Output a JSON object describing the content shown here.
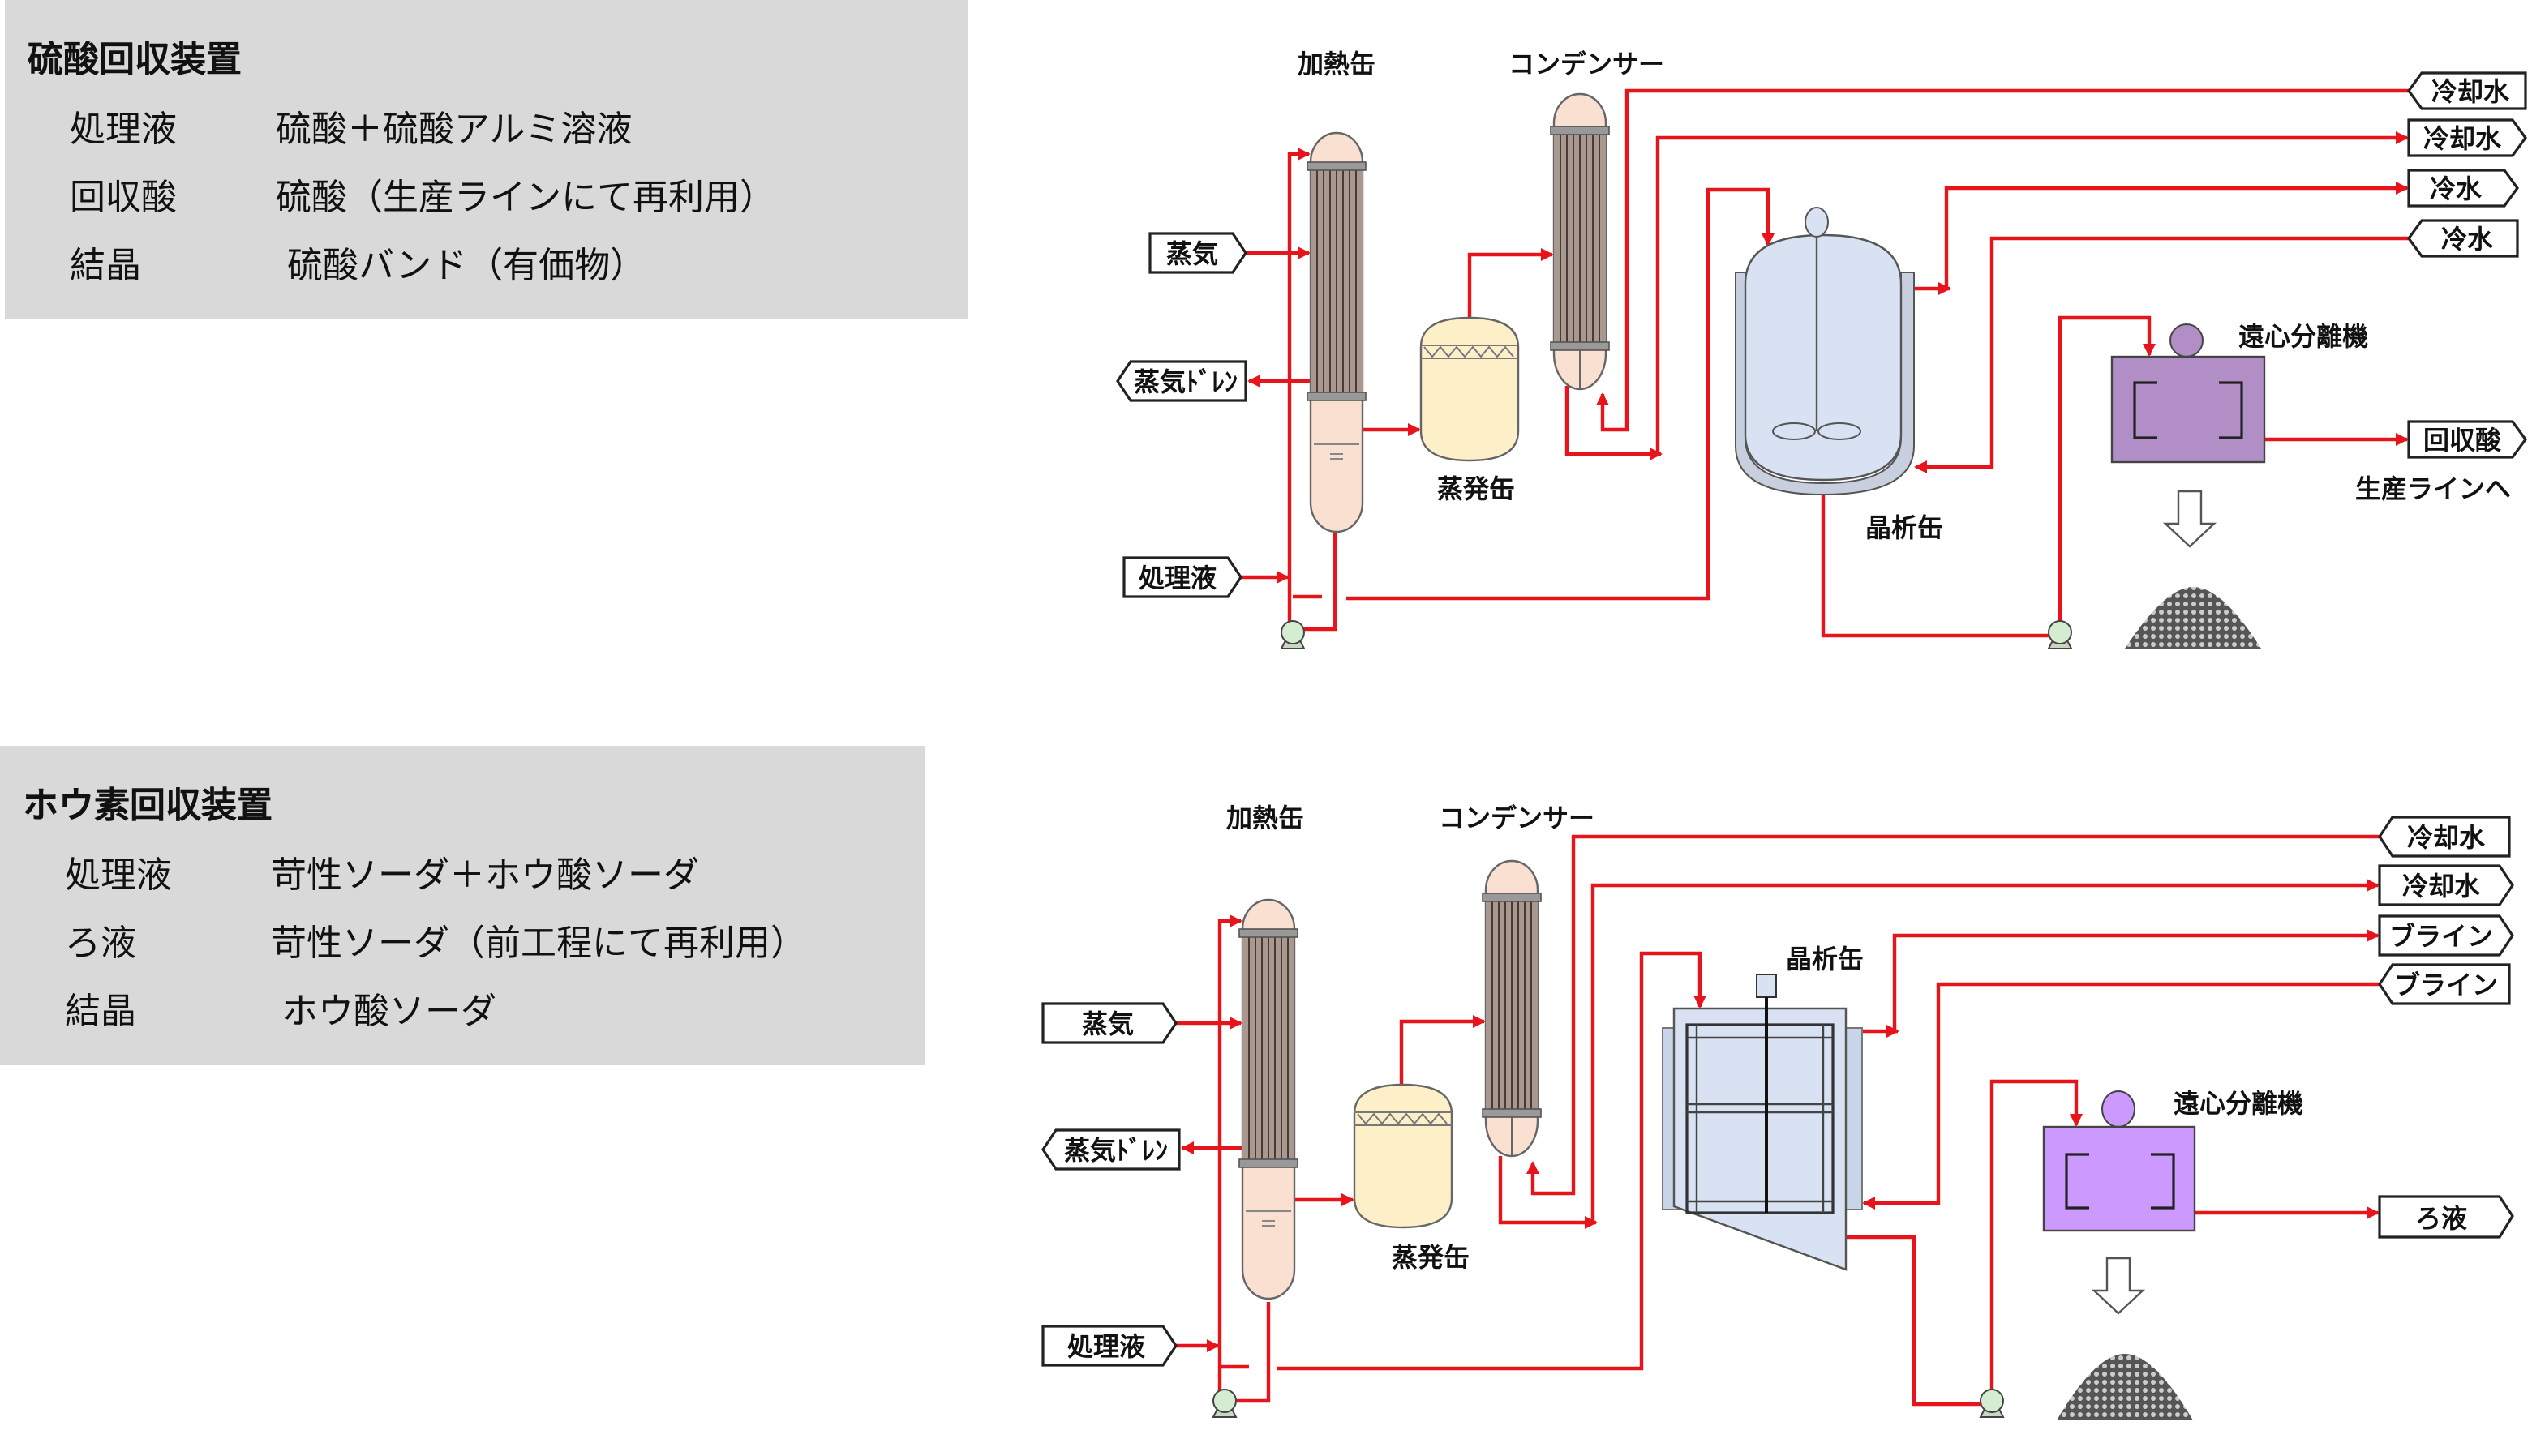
{
  "sulfuric": {
    "title": "硫酸回収装置",
    "rows": [
      {
        "key": "処理液",
        "value": "硫酸＋硫酸アルミ溶液"
      },
      {
        "key": "回収酸",
        "value": "硫酸（生産ラインにて再利用）"
      },
      {
        "key": "結晶",
        "value": " 硫酸バンド（有価物）"
      }
    ],
    "diagram": {
      "heater": "加熱缶",
      "condenser": "コンデンサー",
      "evaporator": "蒸発缶",
      "crystallizer": "晶析缶",
      "centrifuge": "遠心分離機",
      "tags": {
        "cw_in": "冷却水",
        "cw_out": "冷却水",
        "chill_out": "冷水",
        "chill_in": "冷水",
        "steam": "蒸気",
        "drain": "蒸気ﾄﾞﾚﾝ",
        "feed": "処理液",
        "product": "回収酸"
      },
      "product_note": "生産ラインへ"
    }
  },
  "boron": {
    "title": "ホウ素回収装置",
    "rows": [
      {
        "key": "処理液",
        "value": "苛性ソーダ＋ホウ酸ソーダ"
      },
      {
        "key": "ろ液",
        "value": "苛性ソーダ（前工程にて再利用）"
      },
      {
        "key": "結晶",
        "value": " ホウ酸ソーダ"
      }
    ],
    "diagram": {
      "heater": "加熱缶",
      "condenser": "コンデンサー",
      "evaporator": "蒸発缶",
      "crystallizer": "晶析缶",
      "centrifuge": "遠心分離機",
      "tags": {
        "cw_in": "冷却水",
        "cw_out": "冷却水",
        "brine_out": "ブライン",
        "brine_in": "ブライン",
        "steam": "蒸気",
        "drain": "蒸気ﾄﾞﾚﾝ",
        "feed": "処理液",
        "filtrate": "ろ液"
      }
    }
  },
  "colors": {
    "pipe": "#e8141c",
    "panel": "#d9d9d9",
    "heater": "#f9e0d0",
    "evaporator": "#fdf0c8",
    "crystallizer": "#d8e2f2",
    "centrifuge1": "#b18fc6",
    "centrifuge2": "#cc99ff"
  }
}
